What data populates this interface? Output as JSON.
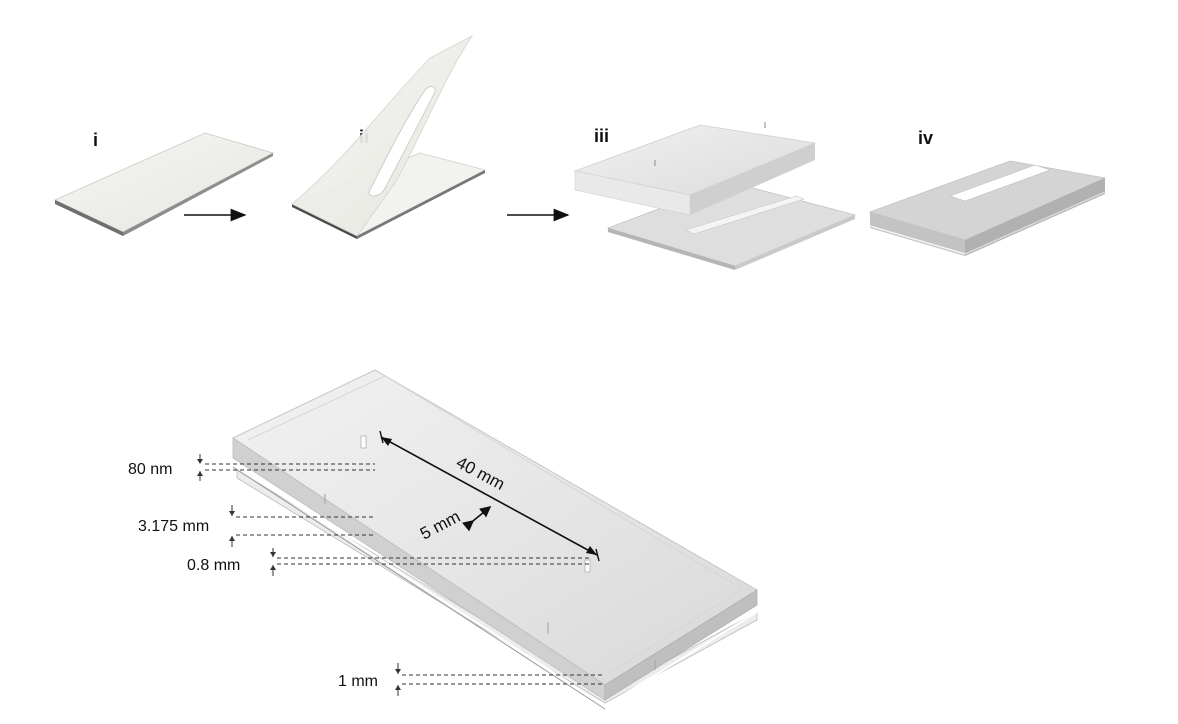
{
  "steps": {
    "i": "i",
    "ii": "ii",
    "iii": "iii",
    "iv": "iv"
  },
  "dimensions": {
    "length": "40 mm",
    "width": "5 mm",
    "electrode_thickness": "80 nm",
    "top_layer_thickness": "3.175 mm",
    "spacer_thickness": "0.8 mm",
    "glass_thickness": "1 mm"
  }
}
